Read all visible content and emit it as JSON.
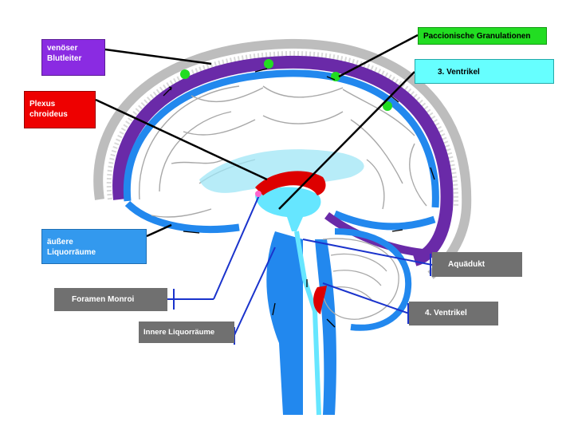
{
  "labels": {
    "venoeser_blutleiter": "venöser\nBlutleiter",
    "paccionische_granulationen": "Paccionische Granulationen",
    "ventrikel_3": "3. Ventrikel",
    "plexus_chroideus": "Plexus\nchroideus",
    "aeussere_liquorraeume": "äußere\nLiquorräume",
    "aquaedukt": "Aquädukt",
    "foramen_monroi": "Foramen Monroi",
    "ventrikel_4": "4. Ventrikel",
    "innere_liquorraeume": "Innere Liquorräume"
  },
  "colors": {
    "sinus_purple": "#6a2aa8",
    "csf_blue": "#2288ee",
    "ventricle_cyan": "#66e6ff",
    "plexus_red": "#dd0000",
    "granulation_green": "#22dd22",
    "label_gray": "#707070",
    "pointer_black": "#000000",
    "pointer_blue": "#1a33cc"
  }
}
